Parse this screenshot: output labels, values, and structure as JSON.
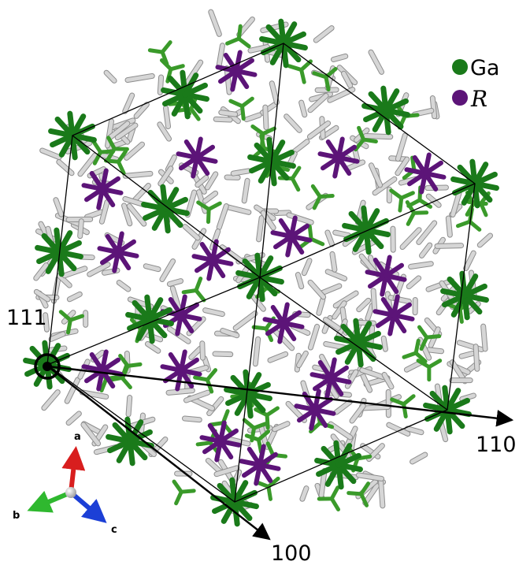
{
  "legend": {
    "items": [
      {
        "label": "Ga",
        "color": "#1a7a1a"
      },
      {
        "label": "R",
        "color": "#5c1478"
      }
    ]
  },
  "directions": {
    "d111": "111",
    "d110": "110",
    "d100": "100"
  },
  "axes_triad": {
    "a": "a",
    "b": "b",
    "c": "c",
    "colors": {
      "a": "#d81e1e",
      "b": "#2fb82f",
      "c": "#1c3fd6"
    }
  },
  "colors": {
    "ga": "#1a7a1a",
    "ga_light": "#3a9a2a",
    "r": "#5c1478",
    "r_light": "#8a3aa0",
    "bond": "#d6d6d6",
    "bond_edge": "#8e8e8e",
    "cell": "#000000"
  }
}
